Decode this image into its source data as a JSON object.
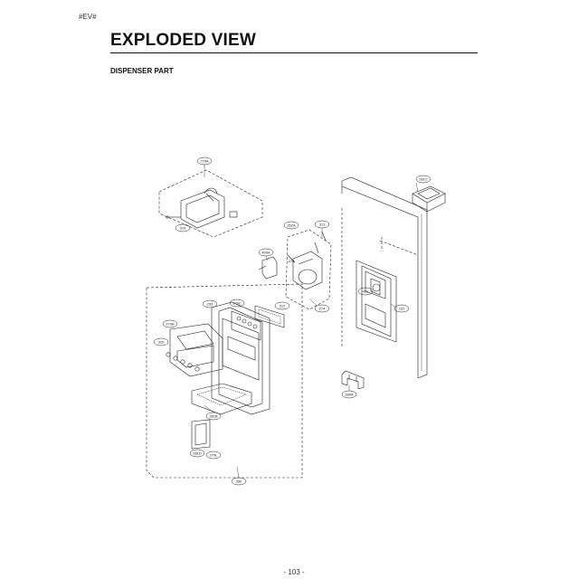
{
  "header": {
    "corner_mark": "#EV#",
    "title": "EXPLODED VIEW",
    "section": "DISPENSER PART"
  },
  "callouts": {
    "c279a": "279A",
    "c319": "319",
    "c281c": "281C",
    "c262a": "262A",
    "c313": "313",
    "c409": "409A",
    "c279c": "279C",
    "c279b": "279B",
    "c274": "274",
    "c231": "231",
    "c233": "233",
    "c401": "401",
    "c278": "278",
    "c329": "329",
    "c281b": "281B",
    "c280": "280",
    "c281d": "281D",
    "c279l": "279L",
    "c280a": "280A",
    "c312": "312"
  },
  "footer": {
    "page_number": "- 103 -"
  }
}
